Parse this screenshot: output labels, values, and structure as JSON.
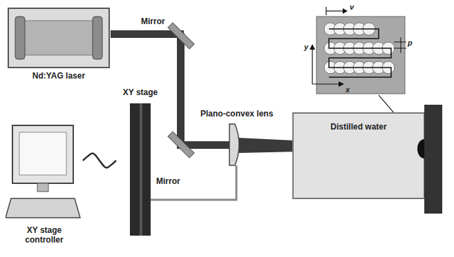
{
  "diagram": {
    "nodes": [
      {
        "text": [
          "Nd:YAG laser"
        ]
      },
      {
        "text": [
          "XY stage"
        ]
      },
      {
        "text": [
          "XY stage controller"
        ]
      },
      {
        "text": [
          "Distilled water"
        ]
      }
    ],
    "edges": [
      {
        "from": 2,
        "to": 1,
        "arrow": "none"
      }
    ],
    "labels": [
      "Mirror",
      "Mirror",
      "Plano-convex lens",
      "v",
      "y",
      "x",
      "p"
    ]
  }
}
